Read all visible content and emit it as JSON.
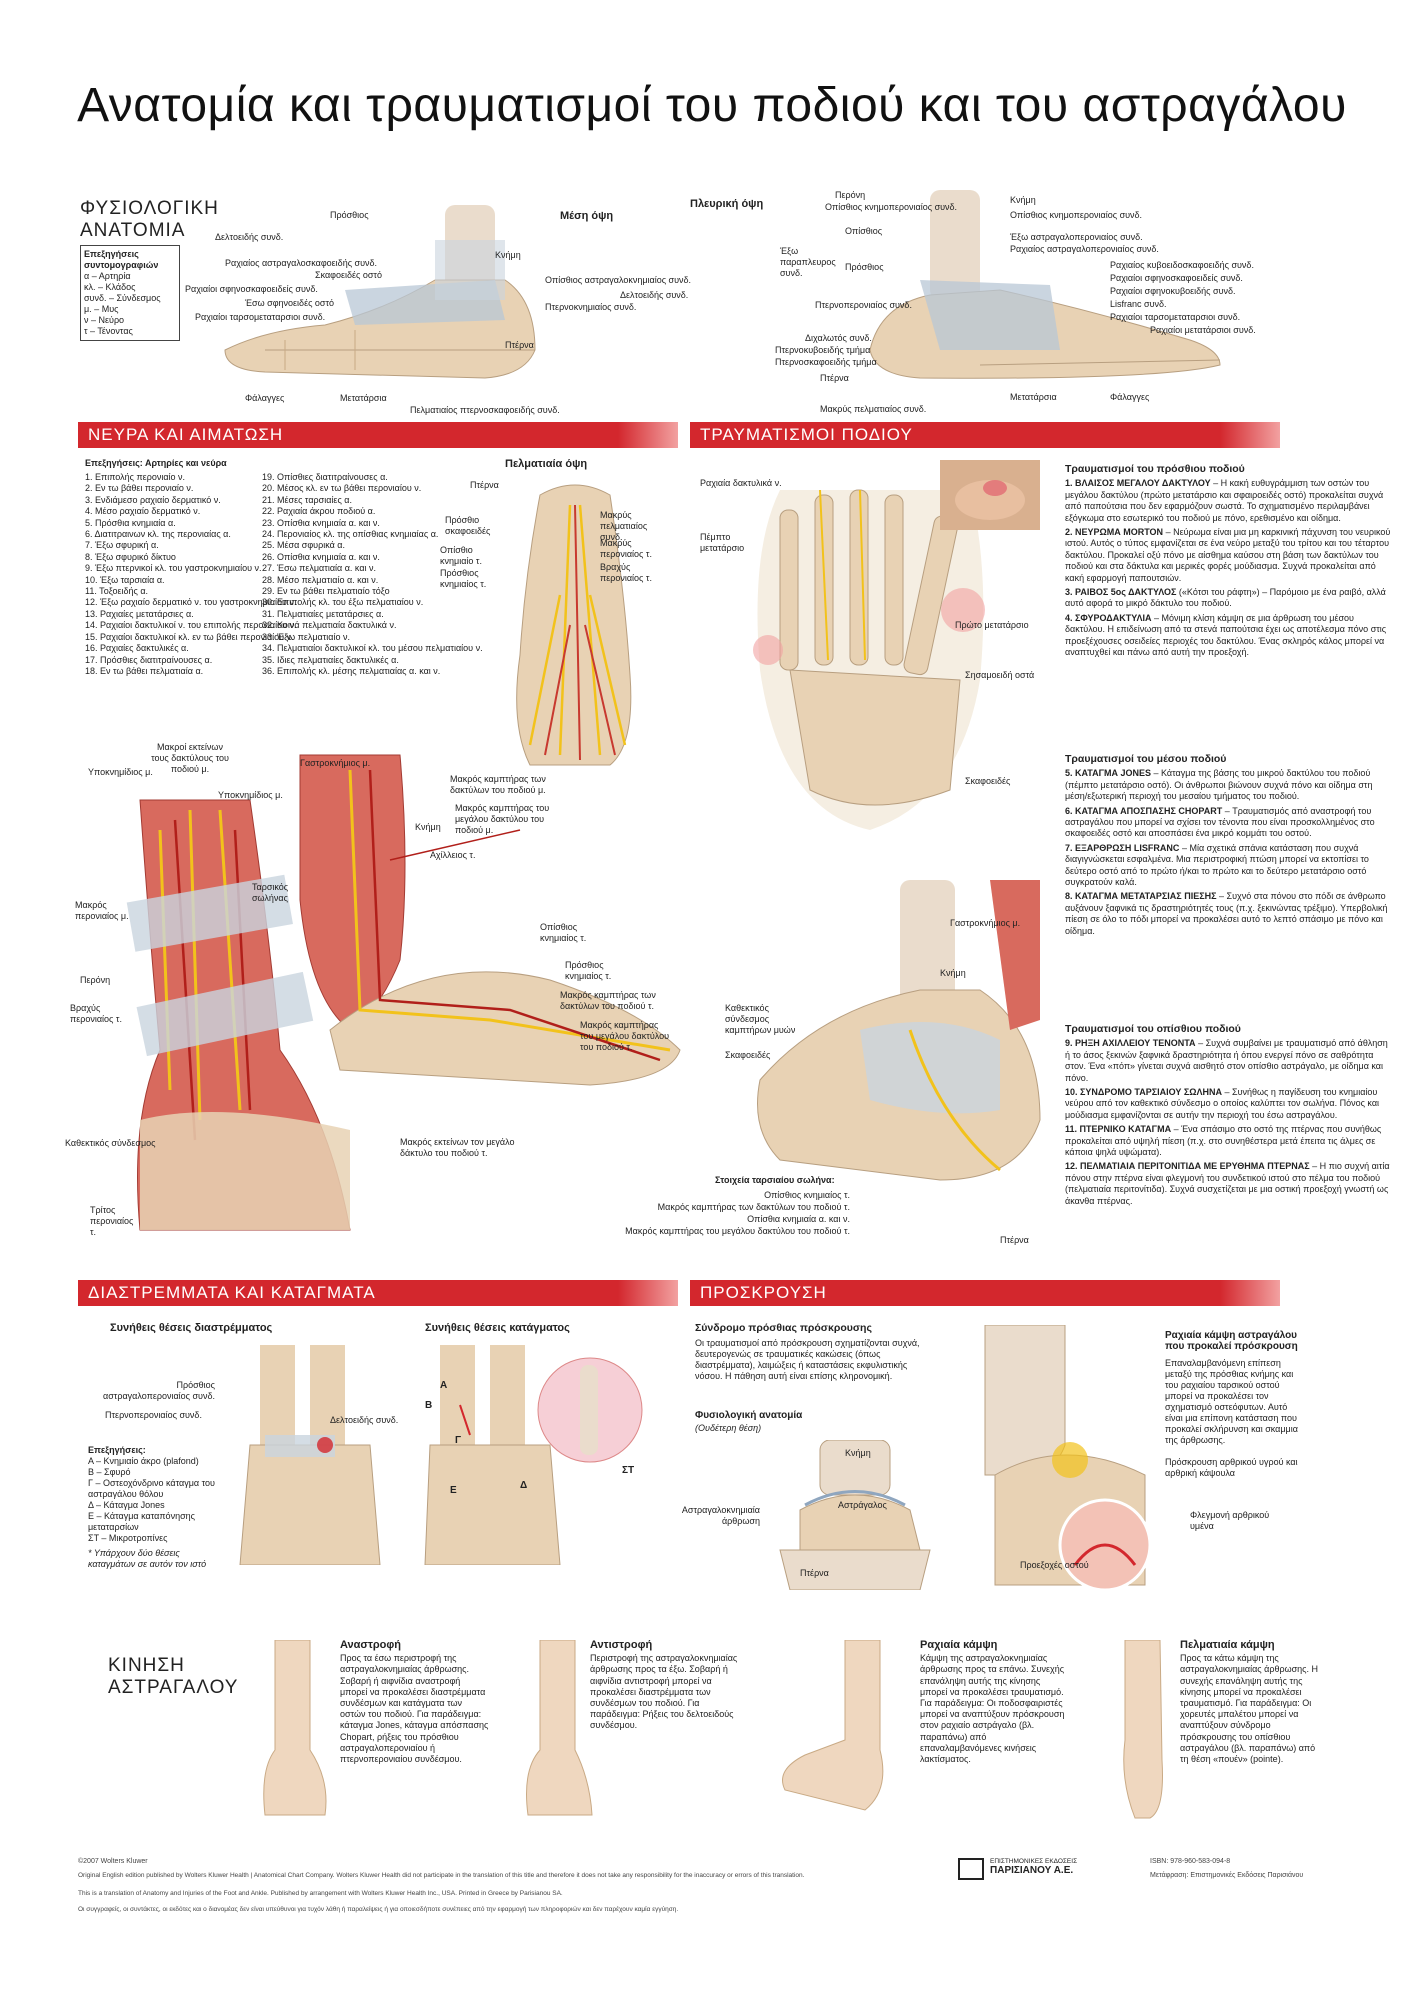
{
  "title": "Ανατομία και τραυματισμοί του ποδιού και του αστραγάλου",
  "normal": {
    "heading_line1": "ΦΥΣΙΟΛΟΓΙΚΗ",
    "heading_line2": "ΑΝΑΤΟΜΙΑ",
    "legend_title": "Επεξηγήσεις συντομογραφιών",
    "legend": [
      "α – Αρτηρία",
      "κλ. – Κλάδος",
      "συνδ. – Σύνδεσμος",
      "μ. – Μυς",
      "ν – Νεύρο",
      "τ – Τένοντας"
    ],
    "medial_view": "Μέση όψη",
    "lateral_view": "Πλευρική όψη",
    "medial_labels": [
      "Πρόσθιος",
      "Δελτοειδής συνδ.",
      "Ραχιαίος αστραγαλοσκαφοειδής συνδ.",
      "Σκαφοειδές οστό",
      "Ραχιαίοι σφηνοσκαφοειδείς συνδ.",
      "Έσω σφηνοειδές οστό",
      "Ραχιαίοι ταρσομεταταρσιοι συνδ.",
      "Κνήμη",
      "Οπίσθιος αστραγαλοκνημιαίος συνδ.",
      "Πτερνοκνημιαίος συνδ.",
      "Δελτοειδής συνδ.",
      "Πτέρνα",
      "Φάλαγγες",
      "Μετατάρσια",
      "Πελματιαίος πτερνοσκαφοειδής συνδ."
    ],
    "lateral_labels": [
      "Περόνη",
      "Οπίσθιος κνημοπερονιαίος συνδ.",
      "Οπίσθιος",
      "Έξω παραπλευρος συνδ.",
      "Πρόσθιος",
      "Πτερνοπερονιαίος συνδ.",
      "Διχαλωτός συνδ.",
      "Πτερνοκυβοειδής τμήμα",
      "Πτερνοσκαφοειδής τμήμα",
      "Πτέρνα",
      "Μακρύς πελματιαίος συνδ.",
      "Κνήμη",
      "Οπίσθιος κνημοπερονιαίος συνδ.",
      "Έξω αστραγαλοπερονιαίος συνδ.",
      "Ραχιαίος αστραγαλοπερονιαίος συνδ.",
      "Ραχιαίος κυβοειδοσκαφοειδής συνδ.",
      "Ραχιαίοι σφηνοσκαφοειδείς συνδ.",
      "Ραχιαίοι σφηνοκυβοειδής συνδ.",
      "Lisfranc συνδ.",
      "Ραχιαίοι ταρσομεταταρσιοι συνδ.",
      "Ραχιαίοι μετατάρσιοι συνδ.",
      "Μετατάρσια",
      "Φάλαγγες"
    ]
  },
  "nerves": {
    "heading": "ΝΕΥΡΑ ΚΑΙ ΑΙΜΑΤΩΣΗ",
    "legend_title": "Επεξηγήσεις: Αρτηρίες και νεύρα",
    "col1": [
      "1. Επιπολής περονιαίο ν.",
      "2. Εν τω βάθει περονιαίο ν.",
      "3. Ενδιάμεσο ραχιαίο δερματικό ν.",
      "4. Μέσο ραχιαίο δερματικό ν.",
      "5. Πρόσθια κνημιαία α.",
      "6. Διατιτραινων κλ. της περονιαίας α.",
      "7. Έξω σφυρική α.",
      "8. Έξω σφυρικό δίκτυο",
      "9. Έξω πτερνικοί κλ. του γαστροκνημιαίου ν.",
      "10. Έξω ταρσιαία α.",
      "11. Τοξοειδής α.",
      "12. Έξω ραχιαίο δερματικό ν. του γαστροκνημιαίου ν.",
      "13. Ραχιαίες μετατάρσιες α.",
      "14. Ραχιαίοι δακτυλικοί ν. του επιπολής περονιαίου ν.",
      "15. Ραχιαίοι δακτυλικοί κλ. εν τω βάθει περονιαίου ν.",
      "16. Ραχιαίες δακτυλικές α.",
      "17. Πρόσθιες διατιτραίνουσες α.",
      "18. Εν τω βάθει πελματιαία α."
    ],
    "col2": [
      "19. Οπίσθιες διατιτραίνουσες α.",
      "20. Μέσος κλ. εν τω βάθει περονιαίου ν.",
      "21. Μέσες ταρσιαίες α.",
      "22. Ραχιαία άκρου ποδιού α.",
      "23. Οπίσθια κνημιαία α. και ν.",
      "24. Περονιαίος κλ. της οπίσθιας κνημιαίας α.",
      "25. Μέσα σφυρικά α.",
      "26. Οπίσθια κνημιαία α. και ν.",
      "27. Έσω πελματιαία α. και ν.",
      "28. Μέσο πελματιαίο α. και ν.",
      "29. Εν τω βάθει πελματιαίο τόξο",
      "30. Επιπολής κλ. του έξω πελματιαίου ν.",
      "31. Πελματιαίες μετατάρσιες α.",
      "32. Κοινά πελματιαία δακτυλικά ν.",
      "33. Έξω πελματιαίο ν.",
      "34. Πελματιαίοι δακτυλικοί κλ. του μέσου πελματιαίου ν.",
      "35. Ιδιες πελματιαίες δακτυλικές α.",
      "36. Επιπολής κλ. μέσης πελματιαίας α. και ν."
    ],
    "plantar_view": "Πελματιαία όψη",
    "plantar_labels": [
      "Πτέρνα",
      "Πρόσθιο σκαφοειδές",
      "Οπίσθιο κνημιαίο τ.",
      "Πρόσθιος κνημιαίος τ.",
      "Μακρύς πελματιαίος συνδ.",
      "Μακρύς περονιαίος τ.",
      "Βραχύς περονιαίος τ."
    ],
    "leg_labels": [
      "Υποκνημίδιος μ.",
      "Μακροί εκτείνων τους δακτύλους του ποδιού μ.",
      "Υποκνημίδιος μ.",
      "Μακρός περονιαίος μ.",
      "Περόνη",
      "Βραχύς περονιαίος τ.",
      "Καθεκτικός σύνδεσμος",
      "Τρίτος περονιαίος τ.",
      "Ταρσικός σωλήνας",
      "Γαστροκνήμιος μ.",
      "Κνήμη",
      "Αχίλλειος τ.",
      "Μακρός καμπτήρας των δακτύλων του ποδιού μ.",
      "Μακρός καμπτήρας του μεγάλου δακτύλου του ποδιού μ.",
      "Οπίσθιος κνημιαίος τ.",
      "Πρόσθιος κνημιαίος τ.",
      "Μακρός καμπτήρας των δακτύλων του ποδιού τ.",
      "Μακρός καμπτήρας του μεγάλου δακτύλου του ποδιού τ.",
      "Μακρός εκτείνων τον μεγάλο δάκτυλο του ποδιού τ."
    ]
  },
  "injuries": {
    "heading": "ΤΡΑΥΜΑΤΙΣΜΟΙ ΠΟΔΙΟΥ",
    "fore_title": "Τραυματισμοί του πρόσθιου ποδιού",
    "fore": [
      {
        "head": "1. ΒΛΑΙΣΟΣ ΜΕΓΑΛΟΥ ΔΑΚΤΥΛΟΥ",
        "text": "– Η κακή ευθυγράμμιση των οστών του μεγάλου δακτύλου (πρώτο μετατάρσιο και σφαιροειδές οστό) προκαλείται συχνά από παπούτσια που δεν εφαρμόζουν σωστά. Το σχηματισμένο περιλαμβάνει εξόγκωμα στο εσωτερικό του ποδιού με πόνο, ερεθισμένο και οίδημα."
      },
      {
        "head": "2. ΝΕΥΡΩΜΑ MORTON",
        "text": "– Νεύρωμα είναι μια μη καρκινική πάχυνση του νευρικού ιστού. Αυτός ο τύπος εμφανίζεται σε ένα νεύρο μεταξύ του τρίτου και του τέταρτου δακτύλου. Προκαλεί οξύ πόνο με αίσθημα καύσου στη βάση των δακτύλων του ποδιού και στα δάκτυλα και μερικές φορές μούδιασμα. Συχνά προκαλείται από κακή εφαρμογή παπουτσιών."
      },
      {
        "head": "3. ΡΑΙΒΟΣ 5ος ΔΑΚΤΥΛΟΣ",
        "text": "(«Κότσι του ράφτη») – Παρόμοιο με ένα ραιβό, αλλά αυτό αφορά το μικρό δάκτυλο του ποδιού."
      },
      {
        "head": "4. ΣΦΥΡΟΔΑΚΤΥΛΙΑ",
        "text": "– Μόνιμη κλίση κάμψη σε μια άρθρωση του μέσου δακτύλου. Η επιδείνωση από τα στενά παπούτσια έχει ως αποτέλεσμα πόνο στις προεξέχουσες οσειδείες περιοχές του δακτύλου. Ένας σκληρός κάλος μπορεί να αναπτυχθεί και πάνω από αυτή την προεξοχή."
      }
    ],
    "mid_title": "Τραυματισμοί του μέσου ποδιού",
    "mid": [
      {
        "head": "5. ΚΑΤΑΓΜΑ JONES",
        "text": "– Κάταγμα της βάσης του μικρού δακτύλου του ποδιού (πέμπτο μετατάρσιο οστό). Οι άνθρωποι βιώνουν συχνά πόνο και οίδημα στη μέση/εξωτερική περιοχή του μεσαίου τμήματος του ποδιού."
      },
      {
        "head": "6. ΚΑΤΑΓΜΑ ΑΠΟΣΠΑΣΗΣ CHOPART",
        "text": "– Τραυματισμός από αναστροφή του αστραγάλου που μπορεί να σχίσει τον τένοντα που είναι προσκολλημένος στο σκαφοειδές οστό και αποσπάσει ένα μικρό κομμάτι του οστού."
      },
      {
        "head": "7. ΕΞΑΡΘΡΩΣΗ LISFRANC",
        "text": "– Μία σχετικά σπάνια κατάσταση που συχνά διαγιγνώσκεται εσφαλμένα. Μια περιστροφική πτώση μπορεί να εκτοπίσει το δεύτερο οστό από το πρώτο ή/και το πρώτο και το δεύτερο μετατάρσιο οστό συγκρατούν καλά."
      },
      {
        "head": "8. ΚΑΤΑΓΜΑ ΜΕΤΑΤΑΡΣΙΑΣ ΠΙΕΣΗΣ",
        "text": "– Συχνό στα πόνου στο πόδι σε άνθρωπο αυξάνουν ξαφνικά τις δραστηριότητές τους (π.χ. ξεκινώντας τρέξιμο). Υπερβολική πίεση σε όλο το πόδι μπορεί να προκαλέσει αυτό το λεπτό σπάσιμο με πόνο και οίδημα."
      }
    ],
    "rear_title": "Τραυματισμοί του οπίσθιου ποδιού",
    "rear": [
      {
        "head": "9. ΡΗΞΗ ΑΧΙΛΛΕΙΟΥ ΤΕΝΟΝΤΑ",
        "text": "– Συχνά συμβαίνει με τραυματισμό από άθληση ή το άσος ξεκινών ξαφνικά δραστηριότητα ή όπου ενεργεί πόνο σε σαθρότητα στον. Ένα «πόπ» γίνεται συχνά αισθητό στον οπίσθιο αστράγαλο, με οίδημα και πόνο."
      },
      {
        "head": "10. ΣΥΝΔΡΟΜΟ ΤΑΡΣΙΑΙΟΥ ΣΩΛΗΝΑ",
        "text": "– Συνήθως η παγίδευση του κνημιαίου νεύρου από τον καθεκτικό σύνδεσμο ο οποίος καλύπτει τον σωλήνα. Πόνος και μούδιασμα εμφανίζονται σε αυτήν την περιοχή του έσω αστραγάλου."
      },
      {
        "head": "11. ΠΤΕΡΝΙΚΟ ΚΑΤΑΓΜΑ",
        "text": "– Ένα σπάσιμο στο οστό της πτέρνας που συνήθως προκαλείται από υψηλή πίεση (π.χ. στο συνηθέστερα μετά έπειτα τις άλμες σε κάποια ψηλά υψώματα)."
      },
      {
        "head": "12. ΠΕΛΜΑΤΙΑΙΑ ΠΕΡΙΤΟΝΙΤΙΔΑ ΜΕ ΕΡΥΘΗΜΑ ΠΤΕΡΝΑΣ",
        "text": "– Η πιο συχνή αιτία πόνου στην πτέρνα είναι φλεγμονή του συνδετικού ιστού στο πέλμα του ποδιού (πελματιαία περιτονίτιδα). Συχνά συσχετίζεται με μια οστική προεξοχή γνωστή ως άκανθα πτέρνας."
      }
    ],
    "fig_labels": [
      "Ραχιαία δακτυλικά ν.",
      "Πέμπτο μετατάρσιο",
      "Πρώτο μετατάρσιο",
      "Σησαμοειδή οστά",
      "Σκαφοειδές",
      "Γαστροκνήμιος μ.",
      "Κνήμη",
      "Καθεκτικός σύνδεσμος καμπτήρων μυών",
      "Σκαφοειδές",
      "Πτέρνα"
    ],
    "tarsal_title": "Στοιχεία ταρσιαίου σωλήνα:",
    "tarsal": [
      "Οπίσθιος κνημιαίος τ.",
      "Μακρός καμπτήρας των δακτύλων του ποδιού τ.",
      "Οπίσθια κνημιαία α. και ν.",
      "Μακρός καμπτήρας του μεγάλου δακτύλου του ποδιού τ."
    ]
  },
  "sprains": {
    "heading": "ΔΙΑΣΤΡΕΜΜΑΤΑ ΚΑΙ ΚΑΤΑΓΜΑΤΑ",
    "sprain_title": "Συνήθεις θέσεις διαστρέμματος",
    "fracture_title": "Συνήθεις θέσεις κατάγματος",
    "labels": [
      "Πρόσθιος αστραγαλοπερονιαίος συνδ.",
      "Πτερνοπερονιαίος συνδ.",
      "Δελτοειδής συνδ."
    ],
    "legend_title": "Επεξηγήσεις:",
    "legend": [
      "Α – Κνημιαίο άκρο (plafond)",
      "Β – Σφυρό",
      "Γ – Οστεοχόνδρινο κάταγμα του αστραγάλου θόλου",
      "Δ – Κάταγμα Jones",
      "Ε – Κάταγμα καταπόνησης μεταταρσίων",
      "ΣΤ – Μικροτροπίνες"
    ],
    "note": "* Υπάρχουν δύο θέσεις καταγμάτων σε αυτόν τον ιστό",
    "letters": [
      "Α",
      "Β",
      "Γ",
      "Δ",
      "Ε",
      "ΣΤ"
    ]
  },
  "impingement": {
    "heading": "ΠΡΟΣΚΡΟΥΣΗ",
    "syndrome_title": "Σύνδρομο πρόσθιας πρόσκρουσης",
    "syndrome_text": "Οι τραυματισμοί από πρόσκρουση σχηματίζονται συχνά, δευτερογενώς σε τραυματικές κακώσεις (όπως διαστρέμματα), λαιμώξεις ή καταστάσεις εκφυλιστικής νόσου. Η πάθηση αυτή είναι επίσης κληρονομική.",
    "normal_title": "Φυσιολογική ανατομία",
    "normal_sub": "(Ουδέτερη θέση)",
    "labels": [
      "Κνήμη",
      "Αστράγαλος",
      "Αστραγαλοκνημιαία άρθρωση",
      "Πτέρνα"
    ],
    "dorsi_title": "Ραχιαία κάμψη αστραγάλου που προκαλεί πρόσκρουση",
    "dorsi_text": "Επαναλαμβανόμενη επίπεση μεταξύ της πρόσθιας κνήμης και του ραχιαίου ταρσικού οστού μπορεί να προκαλέσει τον σχηματισμό οστεόφυτων. Αυτό είναι μια επίπονη κατάσταση που προκαλεί σκλήρυνση και σκαμμια της άρθρωσης.",
    "fig_labels": [
      "Πρόσκρουση αρθρικού υγρού και αρθρική κάψουλα",
      "Φλεγμονή αρθρικού υμένα",
      "Προεξοχές οστού"
    ]
  },
  "motion": {
    "heading_line1": "ΚΙΝΗΣΗ",
    "heading_line2": "ΑΣΤΡΑΓΑΛΟΥ",
    "items": [
      {
        "title": "Αναστροφή",
        "text": "Προς τα έσω περιστροφή της αστραγαλοκνημιαίας άρθρωσης. Σοβαρή ή αιφνίδια αναστροφή μπορεί να προκαλέσει διαστρέμματα συνδέσμων και κατάγματα των οστών του ποδιού. Για παράδειγμα: κάταγμα Jones, κάταγμα απόσπασης Chopart, ρήξεις του πρόσθιου αστραγαλοπερονιαίου ή πτερνοπερονιαίου συνδέσμου."
      },
      {
        "title": "Αντιστροφή",
        "text": "Περιστροφή της αστραγαλοκνημιαίας άρθρωσης προς τα έξω. Σοβαρή ή αιφνίδια αντιστροφή μπορεί να προκαλέσει διαστρέμματα των συνδέσμων του ποδιού. Για παράδειγμα: Ρήξεις του δελτοειδούς συνδέσμου."
      },
      {
        "title": "Ραχιαία κάμψη",
        "text": "Κάμψη της αστραγαλοκνημιαίας άρθρωσης προς τα επάνω. Συνεχής επανάληψη αυτής της κίνησης μπορεί να προκαλέσει τραυματισμό. Για παράδειγμα: Οι ποδοσφαιριστές μπορεί να αναπτύξουν πρόσκρουση στον ραχιαίο αστράγαλο (βλ. παραπάνω) από επαναλαμβανόμενες κινήσεις λακτίσματος."
      },
      {
        "title": "Πελματιαία κάμψη",
        "text": "Προς τα κάτω κάμψη της αστραγαλοκνημιαίας άρθρωσης. Η συνεχής επανάληψη αυτής της κίνησης μπορεί να προκαλέσει τραυματισμό. Για παράδειγμα: Οι χορευτές μπαλέτου μπορεί να αναπτύξουν σύνδρομο πρόσκρουσης του οπίσθιου αστραγάλου (βλ. παραπάνω) από τη θέση «πουέν» (pointe)."
      }
    ]
  },
  "footer": {
    "copyright": "©2007 Wolters Kluwer",
    "publisher_line1": "ΕΠΙΣΤΗΜΟΝΙΚΕΣ ΕΚΔΟΣΕΙΣ",
    "publisher_line2": "ΠΑΡΙΣΙΑΝΟΥ Α.Ε.",
    "isbn": "ISBN: 978-960-583-094-8",
    "translation": "Μετάφραση: Επιστημονικές Εκδόσεις Παρισιάνου",
    "fine1": "Original English edition published by Wolters Kluwer Health | Anatomical Chart Company. Wolters Kluwer Health did not participate in the translation of this title and therefore it does not take any responsibility for the inaccuracy or errors of this translation.",
    "fine2": "This is a translation of Anatomy and Injuries of the Foot and Ankle. Published by arrangement with Wolters Kluwer Health Inc., USA. Printed in Greece by Parisianou SA.",
    "fine3": "Οι συγγραφείς, οι συντάκτες, οι εκδότες και ο διανομέας δεν είναι υπεύθυνοι για τυχόν λάθη ή παραλείψεις ή για οποιεσδήποτε συνέπειες από την εφαρμογή των πληροφοριών και δεν παρέχουν καμία εγγύηση."
  },
  "colors": {
    "accent": "#d3272d",
    "bone": "#e8d2b4",
    "muscle": "#c8392f",
    "nerve": "#f2c21b",
    "ligament": "#b8c7d6"
  }
}
